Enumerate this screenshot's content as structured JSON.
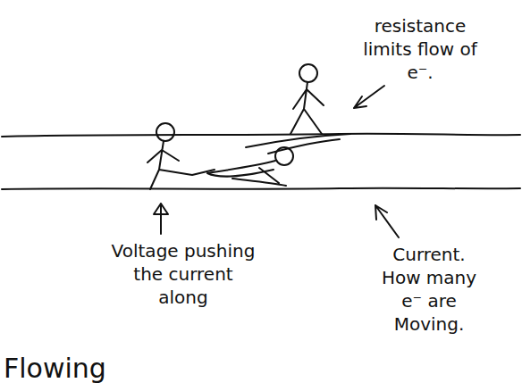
{
  "diagram": {
    "labels": [
      "resistance limits flow of e⁻.",
      "Voltage pushing the current along",
      "Current. How many e⁻ are Moving.",
      "Flowing"
    ]
  }
}
